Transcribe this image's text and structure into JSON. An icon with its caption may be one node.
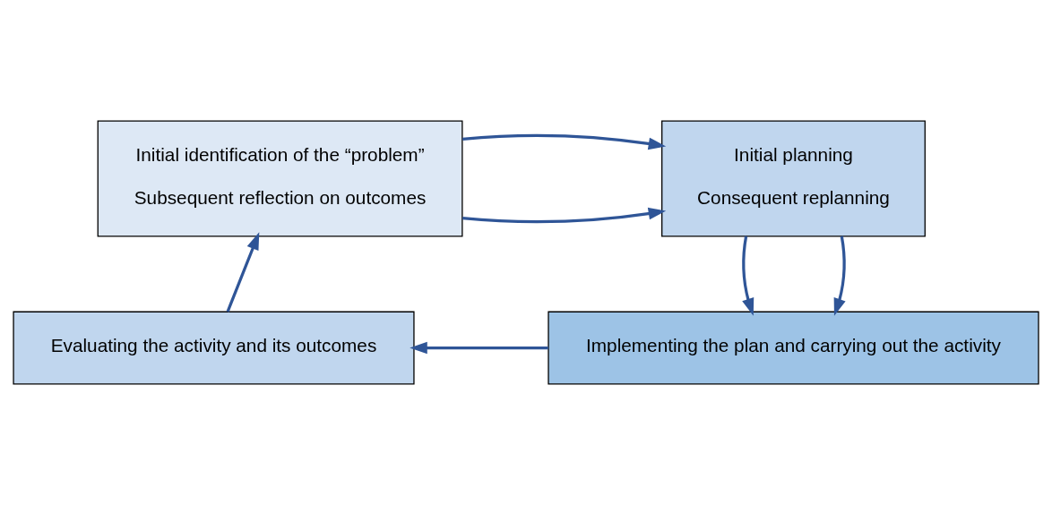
{
  "diagram": {
    "nodes": [
      {
        "text": [
          "Initial identification of the “problem”",
          "Subsequent reflection on outcomes"
        ]
      },
      {
        "text": [
          "Initial planning",
          "Consequent replanning"
        ]
      },
      {
        "text": [
          "Evaluating the activity and its outcomes"
        ]
      },
      {
        "text": [
          "Implementing the plan and carrying out the activity"
        ]
      }
    ],
    "edges": [
      {
        "from": 0,
        "to": 1,
        "arrow": "to"
      },
      {
        "from": 0,
        "to": 1,
        "arrow": "to"
      },
      {
        "from": 1,
        "to": 3,
        "arrow": "to"
      },
      {
        "from": 1,
        "to": 3,
        "arrow": "to"
      },
      {
        "from": 3,
        "to": 2,
        "arrow": "to"
      },
      {
        "from": 2,
        "to": 0,
        "arrow": "to"
      }
    ]
  }
}
